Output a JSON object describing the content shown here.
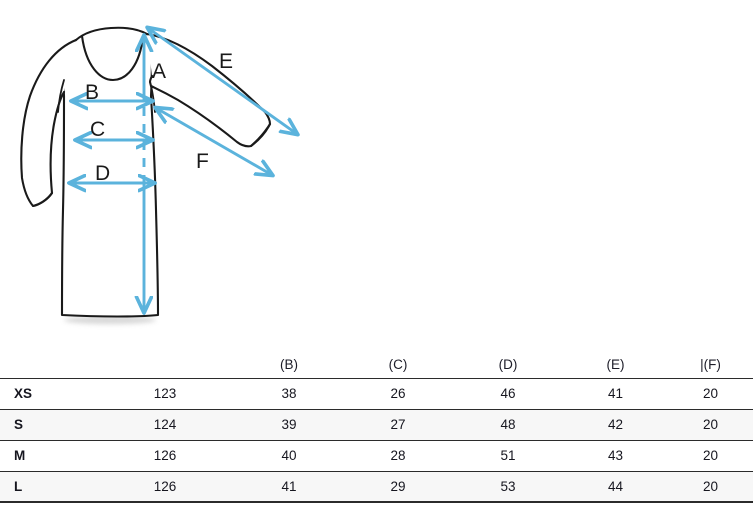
{
  "illustration": {
    "alt": "technical drawing of a long-sleeve dress with measurement arrows",
    "arrow_color": "#5BB3DC",
    "outline_color": "#1a1a1a",
    "labels": {
      "a": "A",
      "b": "B",
      "c": "C",
      "d": "D",
      "e": "E",
      "f": "F"
    }
  },
  "table": {
    "headers": [
      "",
      "",
      "(B)",
      "(C)",
      "(D)",
      "(E)",
      "|(F)"
    ],
    "rows": [
      {
        "size": "XS",
        "a": "123",
        "b": "38",
        "c": "26",
        "d": "46",
        "e": "41",
        "f": "20"
      },
      {
        "size": "S",
        "a": "124",
        "b": "39",
        "c": "27",
        "d": "48",
        "e": "42",
        "f": "20"
      },
      {
        "size": "M",
        "a": "126",
        "b": "40",
        "c": "28",
        "d": "51",
        "e": "43",
        "f": "20"
      },
      {
        "size": "L",
        "a": "126",
        "b": "41",
        "c": "29",
        "d": "53",
        "e": "44",
        "f": "20"
      }
    ]
  }
}
